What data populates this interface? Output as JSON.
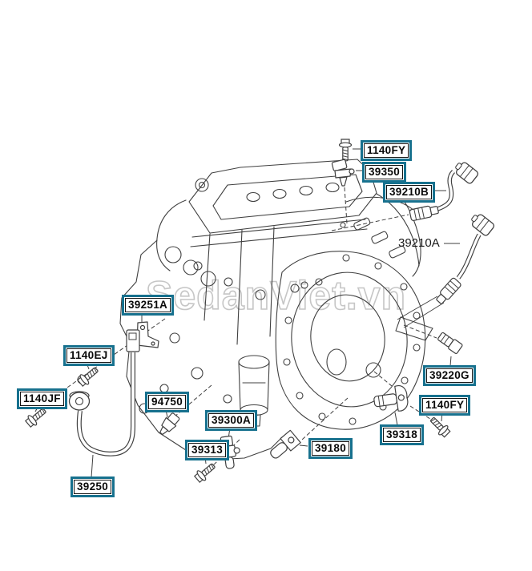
{
  "page": {
    "background": "#ffffff",
    "description_domain": "engine-parts-diagram"
  },
  "watermark": {
    "text": "SedanViet.vn",
    "color": "#c6c6c6"
  },
  "colors": {
    "label_border": "#17718e",
    "label_inner_border": "#141414",
    "label_text": "#0a0a0a",
    "line_art": "#404040",
    "watermark": "#c6c6c6"
  },
  "labels": [
    {
      "text": "1140FY",
      "boxed": true,
      "icon": "bolt-icon"
    },
    {
      "text": "39350",
      "boxed": true,
      "icon": "coolant-temp-sensor-icon"
    },
    {
      "text": "39210B",
      "boxed": true,
      "icon": "oxygen-sensor-icon"
    },
    {
      "text": "39210A",
      "boxed": false,
      "icon": "oxygen-sensor-icon"
    },
    {
      "text": "39251A",
      "boxed": true,
      "icon": "bracket-icon"
    },
    {
      "text": "1140EJ",
      "boxed": true,
      "icon": "bolt-icon"
    },
    {
      "text": "1140JF",
      "boxed": true,
      "icon": "bolt-icon"
    },
    {
      "text": "94750",
      "boxed": true,
      "icon": "oil-pressure-switch-icon"
    },
    {
      "text": "39250",
      "boxed": true,
      "icon": "knock-sensor-cable-icon"
    },
    {
      "text": "39313",
      "boxed": true,
      "icon": "bolt-icon"
    },
    {
      "text": "39300A",
      "boxed": true,
      "icon": "camshaft-position-sensor-icon"
    },
    {
      "text": "39180",
      "boxed": true,
      "icon": "crankshaft-position-sensor-icon"
    },
    {
      "text": "39318",
      "boxed": true,
      "icon": "sensor-icon"
    },
    {
      "text": "1140FY",
      "boxed": true,
      "icon": "bolt-icon"
    },
    {
      "text": "39220G",
      "boxed": true,
      "icon": "temp-sensor-icon"
    }
  ]
}
